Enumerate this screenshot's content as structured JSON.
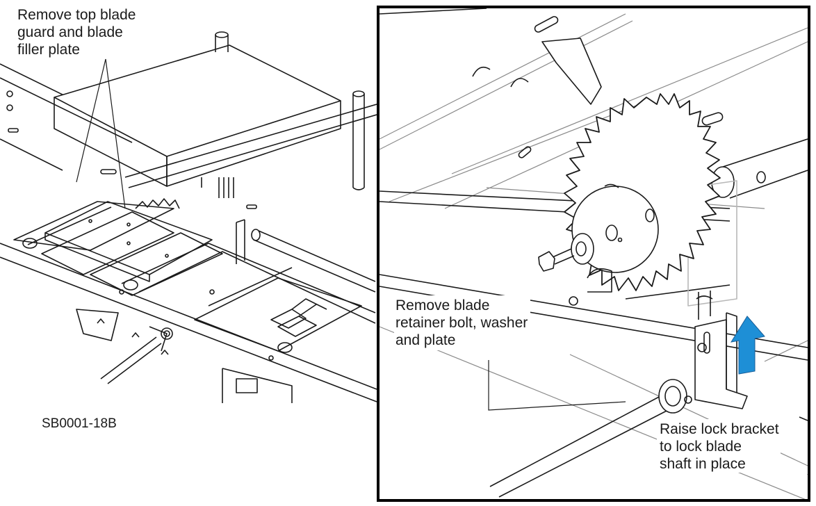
{
  "left_panel": {
    "callout": "Remove top blade\nguard and blade\nfiller plate",
    "figure_id": "SB0001-18B"
  },
  "right_panel": {
    "callout_bolt": "Remove blade\nretainer bolt, washer\nand plate",
    "callout_bracket": "Raise lock bracket\nto lock blade\nshaft in place"
  },
  "colors": {
    "line": "#1a1a1a",
    "arrow": "#1e8fd6",
    "frame": "#000000",
    "ghost": "#b8b8b8"
  }
}
